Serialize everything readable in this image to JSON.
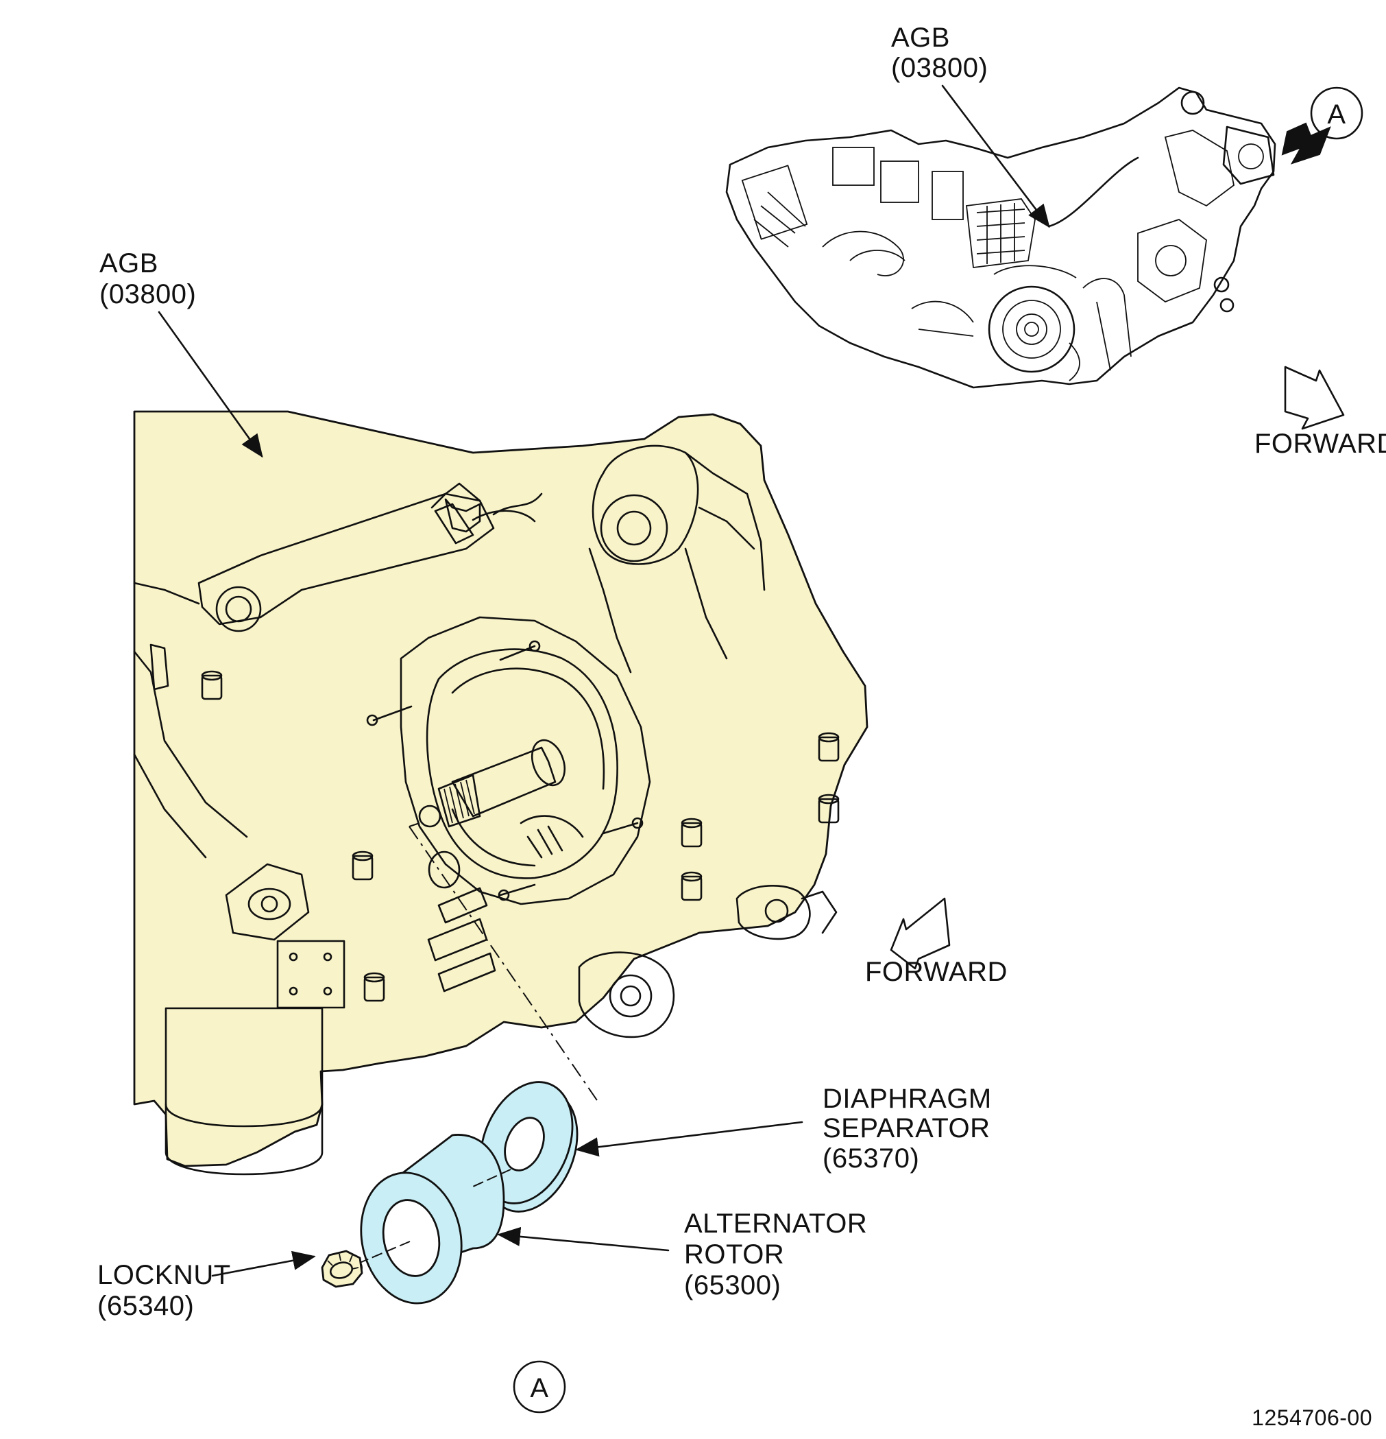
{
  "labels": {
    "agb_top": {
      "name": "AGB",
      "code": "(03800)"
    },
    "agb_main": {
      "name": "AGB",
      "code": "(03800)"
    },
    "view_marker_top": "A",
    "view_marker_bottom": "A",
    "forward_top": "FORWARD",
    "forward_main": "FORWARD",
    "diaphragm": {
      "line1": "DIAPHRAGM",
      "line2": "SEPARATOR",
      "code": "(65370)"
    },
    "alternator": {
      "line1": "ALTERNATOR",
      "line2": "ROTOR",
      "code": "(65300)"
    },
    "locknut": {
      "line1": "LOCKNUT",
      "code": "(65340)"
    },
    "figure_number": "1254706-00"
  },
  "colors": {
    "housing_fill": "#f8f3c8",
    "highlight_fill": "#c9eef5",
    "line": "#111111"
  }
}
